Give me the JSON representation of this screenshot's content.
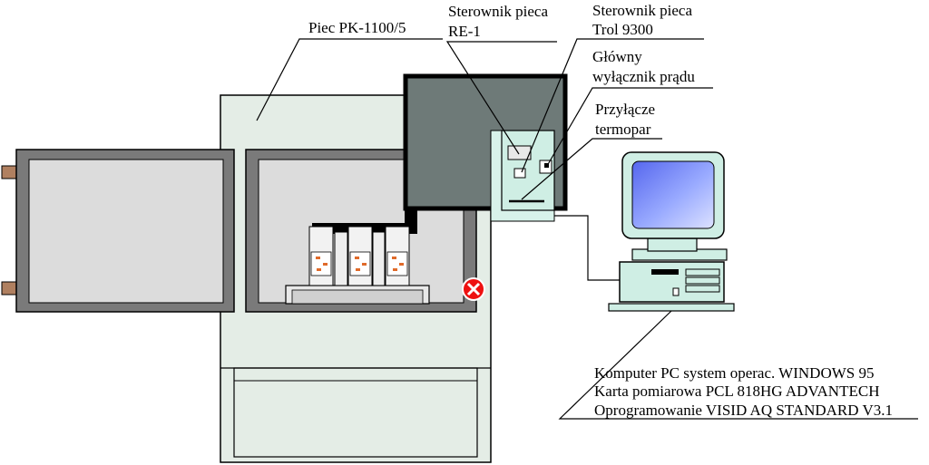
{
  "labels": {
    "furnace": "Piec PK-1100/5",
    "controller_re1_line1": "Sterownik pieca",
    "controller_re1_line2": "RE-1",
    "controller_trol_line1": "Sterownik pieca",
    "controller_trol_line2": "Trol 9300",
    "main_switch_line1": "Główny",
    "main_switch_line2": "wyłącznik prądu",
    "thermocouple_line1": "Przyłącze",
    "thermocouple_line2": "termopar",
    "pc_line1": "Komputer PC system operac. WINDOWS 95",
    "pc_line2": "Karta pomiarowa PCL 818HG ADVANTECH",
    "pc_line3": "Oprogramowanie VISID AQ STANDARD V3.1"
  },
  "colors": {
    "furnace_body": "#e4ede6",
    "door_frame": "#7a7a7a",
    "panel": "#dcdcdc",
    "cabinet": "#6e7a78",
    "controller_box": "#cfeee4",
    "screen": "#8899ee",
    "pc": "#cfeee4",
    "valve": "#ee1111"
  },
  "icons": {
    "valve": "valve-icon",
    "computer": "computer-icon"
  }
}
